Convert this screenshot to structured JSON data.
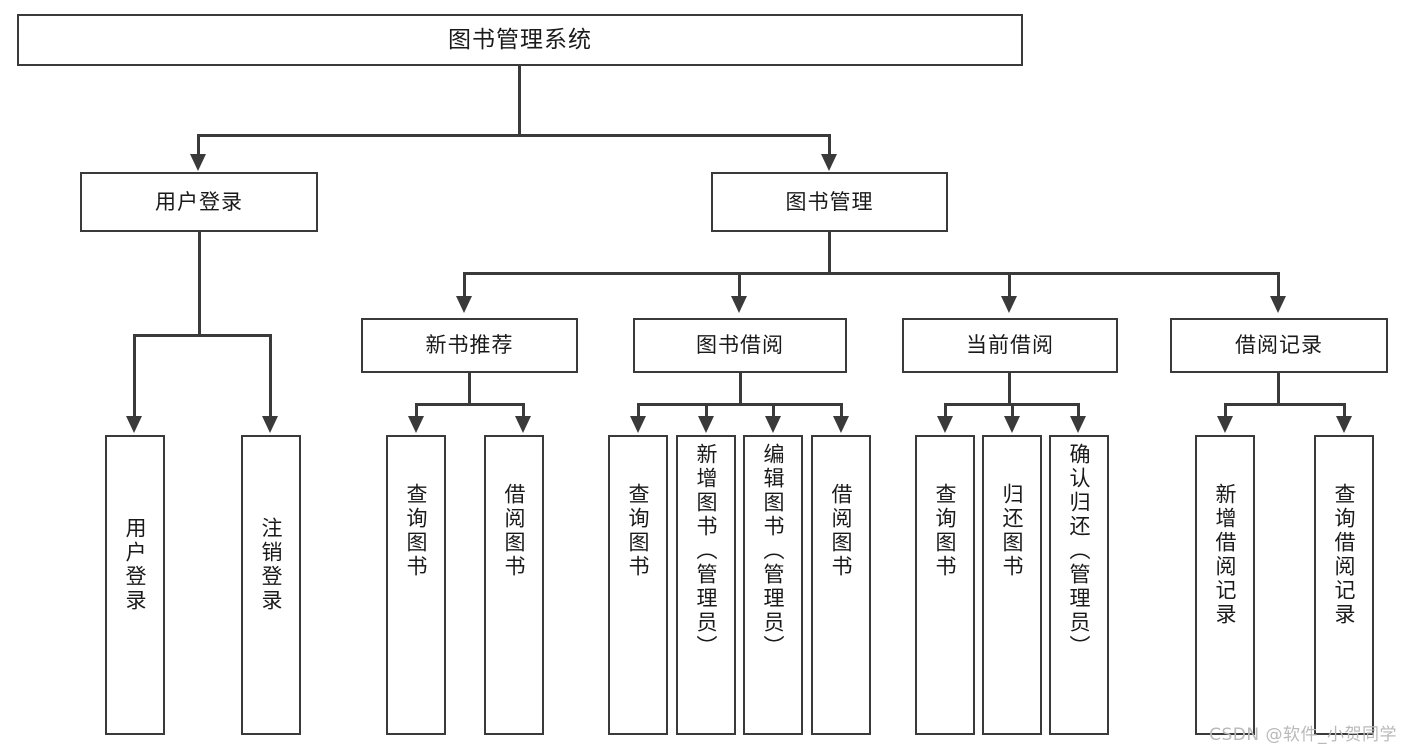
{
  "diagram": {
    "title": "图书管理系统",
    "type": "tree",
    "root": {
      "label": "图书管理系统"
    },
    "level2": [
      {
        "label": "用户登录"
      },
      {
        "label": "图书管理"
      }
    ],
    "level3": [
      {
        "label": "新书推荐"
      },
      {
        "label": "图书借阅"
      },
      {
        "label": "当前借阅"
      },
      {
        "label": "借阅记录"
      }
    ],
    "leaves": {
      "user_login": [
        {
          "label": "用户登录"
        },
        {
          "label": "注销登录"
        }
      ],
      "new_book_recommend": [
        {
          "label": "查询图书"
        },
        {
          "label": "借阅图书"
        }
      ],
      "book_borrow": [
        {
          "label": "查询图书"
        },
        {
          "label": "新增图书（管理员）"
        },
        {
          "label": "编辑图书（管理员）"
        },
        {
          "label": "借阅图书"
        }
      ],
      "current_borrow": [
        {
          "label": "查询图书"
        },
        {
          "label": "归还图书"
        },
        {
          "label": "确认归还（管理员）"
        }
      ],
      "borrow_record": [
        {
          "label": "新增借阅记录"
        },
        {
          "label": "查询借阅记录"
        }
      ]
    }
  },
  "watermark": {
    "text": "CSDN @软件_小贺同学"
  },
  "colors": {
    "stroke": "#3a3a3a",
    "fill": "#ffffff",
    "text": "#1a1a1a",
    "watermark": "#b9b9b9"
  }
}
